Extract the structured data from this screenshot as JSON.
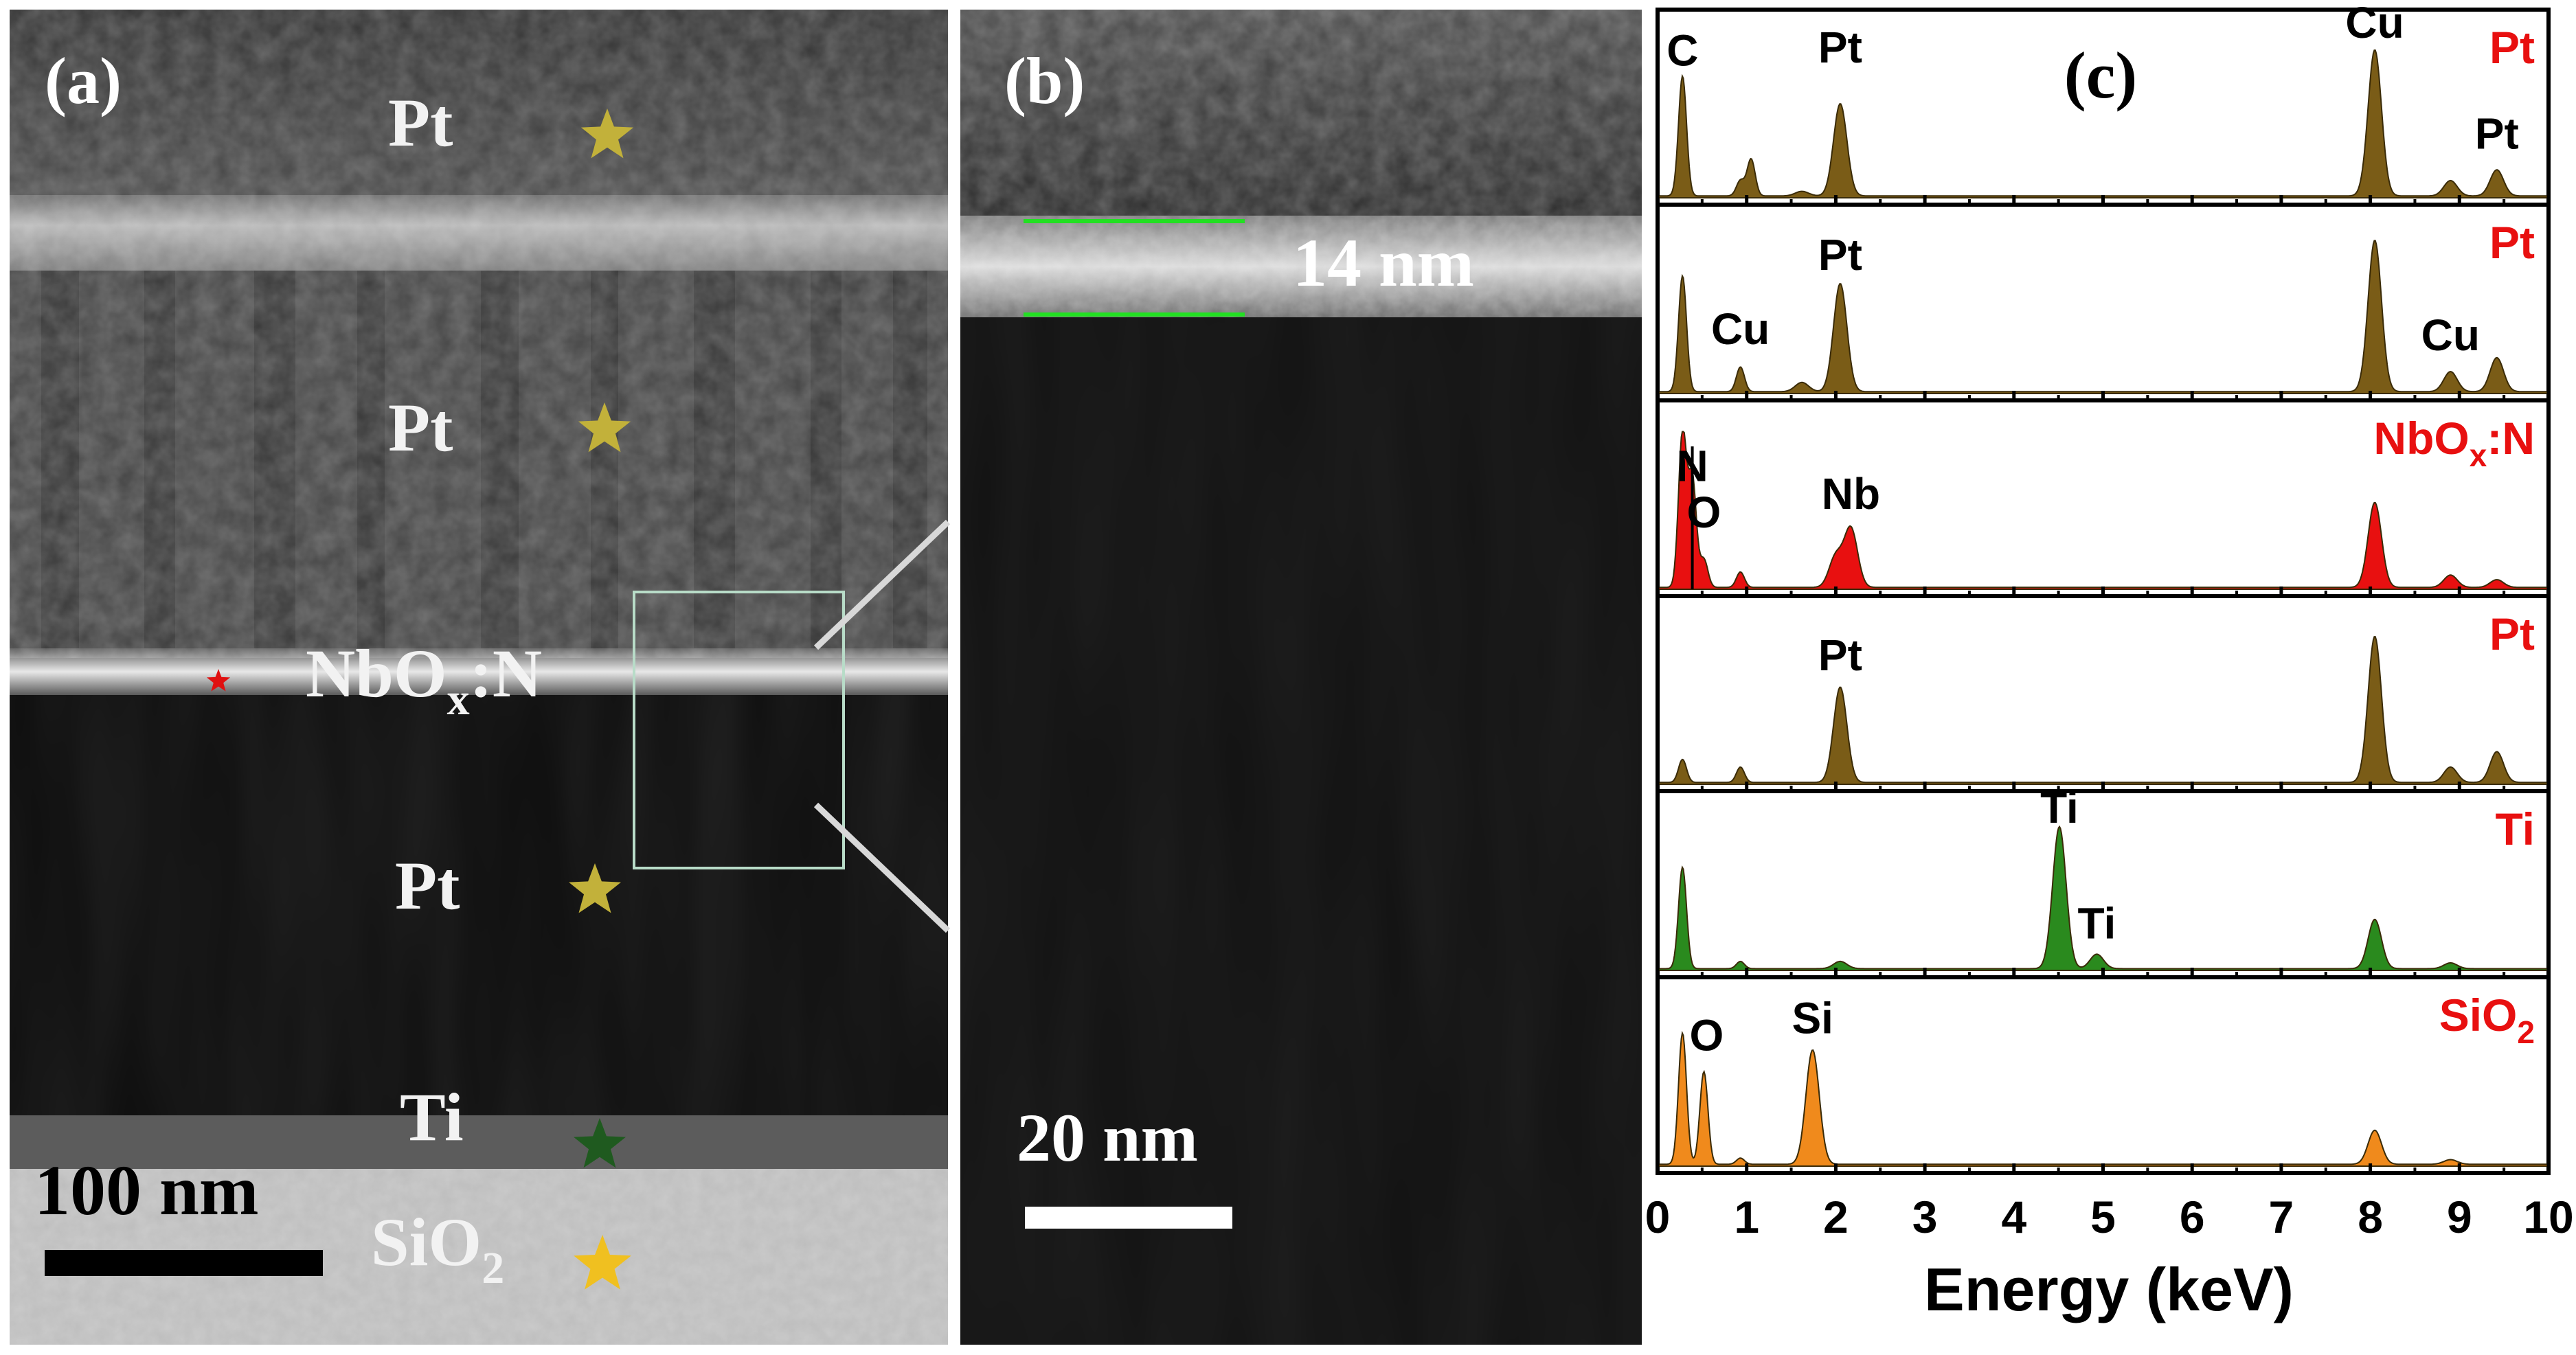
{
  "figure": {
    "panel_a": {
      "label": "(a)",
      "layers": [
        {
          "text": "Pt",
          "star_color": "#c2b13a"
        },
        {
          "text": "Pt",
          "star_color": "#c2b13a"
        },
        {
          "text_main": "NbO",
          "text_sub": "x",
          "text_tail": ":N",
          "star_color": "#e01010"
        },
        {
          "text": "Pt",
          "star_color": "#c2b13a"
        },
        {
          "text": "Ti",
          "star_color": "#1f5a1f"
        },
        {
          "text_main": "SiO",
          "text_sub": "2",
          "star_color": "#f0c020"
        }
      ],
      "scale_bar": "100 nm"
    },
    "panel_b": {
      "label": "(b)",
      "thickness": "14 nm",
      "scale_bar": "20 nm"
    },
    "panel_c": {
      "label": "(c)",
      "xlabel": "Energy (keV)"
    }
  },
  "chart_data": {
    "type": "area",
    "xlim": [
      0,
      10
    ],
    "xticks": [
      "0",
      "1",
      "2",
      "3",
      "4",
      "5",
      "6",
      "7",
      "8",
      "9",
      "10"
    ],
    "xlabel": "Energy (keV)",
    "spectra": [
      {
        "layer": "Pt",
        "color": "#7a5c17",
        "peaks": [
          [
            0.28,
            0.78
          ],
          [
            0.93,
            0.1
          ],
          [
            1.05,
            0.24
          ],
          [
            1.62,
            0.03
          ],
          [
            2.05,
            0.6
          ],
          [
            8.05,
            0.95
          ],
          [
            8.9,
            0.1
          ],
          [
            9.42,
            0.17
          ]
        ],
        "labels": [
          {
            "text": "C",
            "x": 0.28,
            "y": 0.86
          },
          {
            "text": "Pt",
            "x": 2.05,
            "y": 0.88
          },
          {
            "text": "Cu",
            "x": 8.05,
            "y": 1.04
          },
          {
            "text": "Pt",
            "x": 9.42,
            "y": 0.32
          }
        ]
      },
      {
        "layer": "Pt",
        "color": "#7a5c17",
        "peaks": [
          [
            0.28,
            0.75
          ],
          [
            0.93,
            0.16
          ],
          [
            1.62,
            0.06
          ],
          [
            2.05,
            0.7
          ],
          [
            8.05,
            0.98
          ],
          [
            8.9,
            0.13
          ],
          [
            9.42,
            0.22
          ]
        ],
        "labels": [
          {
            "text": "Cu",
            "x": 0.93,
            "y": 0.32
          },
          {
            "text": "Pt",
            "x": 2.05,
            "y": 0.8
          },
          {
            "text": "Cu",
            "x": 8.9,
            "y": 0.28
          }
        ]
      },
      {
        "layer": "NbOx:N",
        "color": "#e81010",
        "peaks": [
          [
            0.28,
            1.0
          ],
          [
            0.39,
            0.7
          ],
          [
            0.52,
            0.18
          ],
          [
            0.93,
            0.1
          ],
          [
            2.0,
            0.2
          ],
          [
            2.17,
            0.38
          ],
          [
            8.05,
            0.55
          ],
          [
            8.9,
            0.08
          ],
          [
            9.42,
            0.05
          ]
        ],
        "labels": [
          {
            "text": "N",
            "x": 0.39,
            "y": 0.7
          },
          {
            "text": "O",
            "x": 0.52,
            "y": 0.4
          },
          {
            "text": "Nb",
            "x": 2.17,
            "y": 0.52
          }
        ]
      },
      {
        "layer": "Pt",
        "color": "#7a5c17",
        "peaks": [
          [
            0.28,
            0.15
          ],
          [
            0.93,
            0.1
          ],
          [
            2.05,
            0.62
          ],
          [
            8.05,
            0.95
          ],
          [
            8.9,
            0.1
          ],
          [
            9.42,
            0.2
          ]
        ],
        "labels": [
          {
            "text": "Pt",
            "x": 2.05,
            "y": 0.74
          }
        ]
      },
      {
        "layer": "Ti",
        "color": "#2a8a1e",
        "peaks": [
          [
            0.28,
            0.7
          ],
          [
            0.93,
            0.05
          ],
          [
            2.05,
            0.05
          ],
          [
            4.51,
            0.98
          ],
          [
            4.93,
            0.1
          ],
          [
            8.05,
            0.34
          ],
          [
            8.9,
            0.04
          ]
        ],
        "labels": [
          {
            "text": "Ti",
            "x": 4.51,
            "y": 1.02
          },
          {
            "text": "Ti",
            "x": 4.93,
            "y": 0.22
          }
        ]
      },
      {
        "layer": "SiO2",
        "color": "#f08a1c",
        "peaks": [
          [
            0.28,
            0.85
          ],
          [
            0.52,
            0.6
          ],
          [
            0.93,
            0.04
          ],
          [
            1.74,
            0.74
          ],
          [
            8.05,
            0.22
          ],
          [
            8.9,
            0.03
          ]
        ],
        "labels": [
          {
            "text": "O",
            "x": 0.55,
            "y": 0.75
          },
          {
            "text": "Si",
            "x": 1.74,
            "y": 0.86
          }
        ]
      }
    ],
    "strip_labels": [
      {
        "main": "Pt"
      },
      {
        "main": "Pt"
      },
      {
        "main": "NbO",
        "sub": "x",
        "tail": ":N"
      },
      {
        "main": "Pt"
      },
      {
        "main": "Ti"
      },
      {
        "main": "SiO",
        "sub": "2"
      }
    ]
  }
}
